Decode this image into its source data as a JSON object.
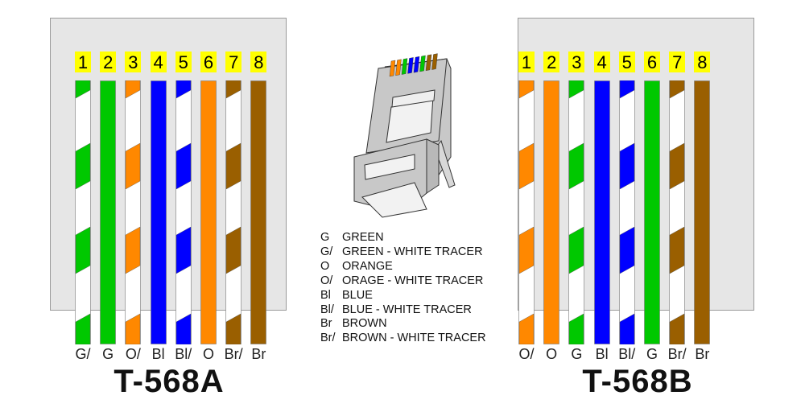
{
  "colors": {
    "G": "#00c800",
    "O": "#ff8800",
    "Bl": "#0000ff",
    "Br": "#9a5f00",
    "white": "#ffffff",
    "panel_bg": "#e6e6e6",
    "pin_bg": "#ffff00"
  },
  "standards": [
    {
      "title": "T-568A",
      "pins": [
        {
          "num": "1",
          "label": "G/",
          "color": "G",
          "tracer": true
        },
        {
          "num": "2",
          "label": "G",
          "color": "G",
          "tracer": false
        },
        {
          "num": "3",
          "label": "O/",
          "color": "O",
          "tracer": true
        },
        {
          "num": "4",
          "label": "Bl",
          "color": "Bl",
          "tracer": false
        },
        {
          "num": "5",
          "label": "Bl/",
          "color": "Bl",
          "tracer": true
        },
        {
          "num": "6",
          "label": "O",
          "color": "O",
          "tracer": false
        },
        {
          "num": "7",
          "label": "Br/",
          "color": "Br",
          "tracer": true
        },
        {
          "num": "8",
          "label": "Br",
          "color": "Br",
          "tracer": false
        }
      ]
    },
    {
      "title": "T-568B",
      "pins": [
        {
          "num": "1",
          "label": "O/",
          "color": "O",
          "tracer": true
        },
        {
          "num": "2",
          "label": "O",
          "color": "O",
          "tracer": false
        },
        {
          "num": "3",
          "label": "G",
          "color": "G",
          "tracer": true
        },
        {
          "num": "4",
          "label": "Bl",
          "color": "Bl",
          "tracer": false
        },
        {
          "num": "5",
          "label": "Bl/",
          "color": "Bl",
          "tracer": true
        },
        {
          "num": "6",
          "label": "G",
          "color": "G",
          "tracer": false
        },
        {
          "num": "7",
          "label": "Br/",
          "color": "Br",
          "tracer": true
        },
        {
          "num": "8",
          "label": "Br",
          "color": "Br",
          "tracer": false
        }
      ]
    }
  ],
  "legend": [
    {
      "code": "G",
      "text": "GREEN"
    },
    {
      "code": "G/",
      "text": "GREEN - WHITE TRACER"
    },
    {
      "code": "O",
      "text": "ORANGE"
    },
    {
      "code": "O/",
      "text": "ORAGE - WHITE TRACER"
    },
    {
      "code": "Bl",
      "text": "BLUE"
    },
    {
      "code": "Bl/",
      "text": "BLUE - WHITE TRACER"
    },
    {
      "code": "Br",
      "text": "BROWN"
    },
    {
      "code": "Br/",
      "text": "BROWN - WHITE TRACER"
    }
  ],
  "connector": {
    "icon": "rj45-connector-icon",
    "pin_colors": [
      "O",
      "O",
      "G",
      "Bl",
      "Bl",
      "G",
      "Br",
      "Br"
    ]
  }
}
